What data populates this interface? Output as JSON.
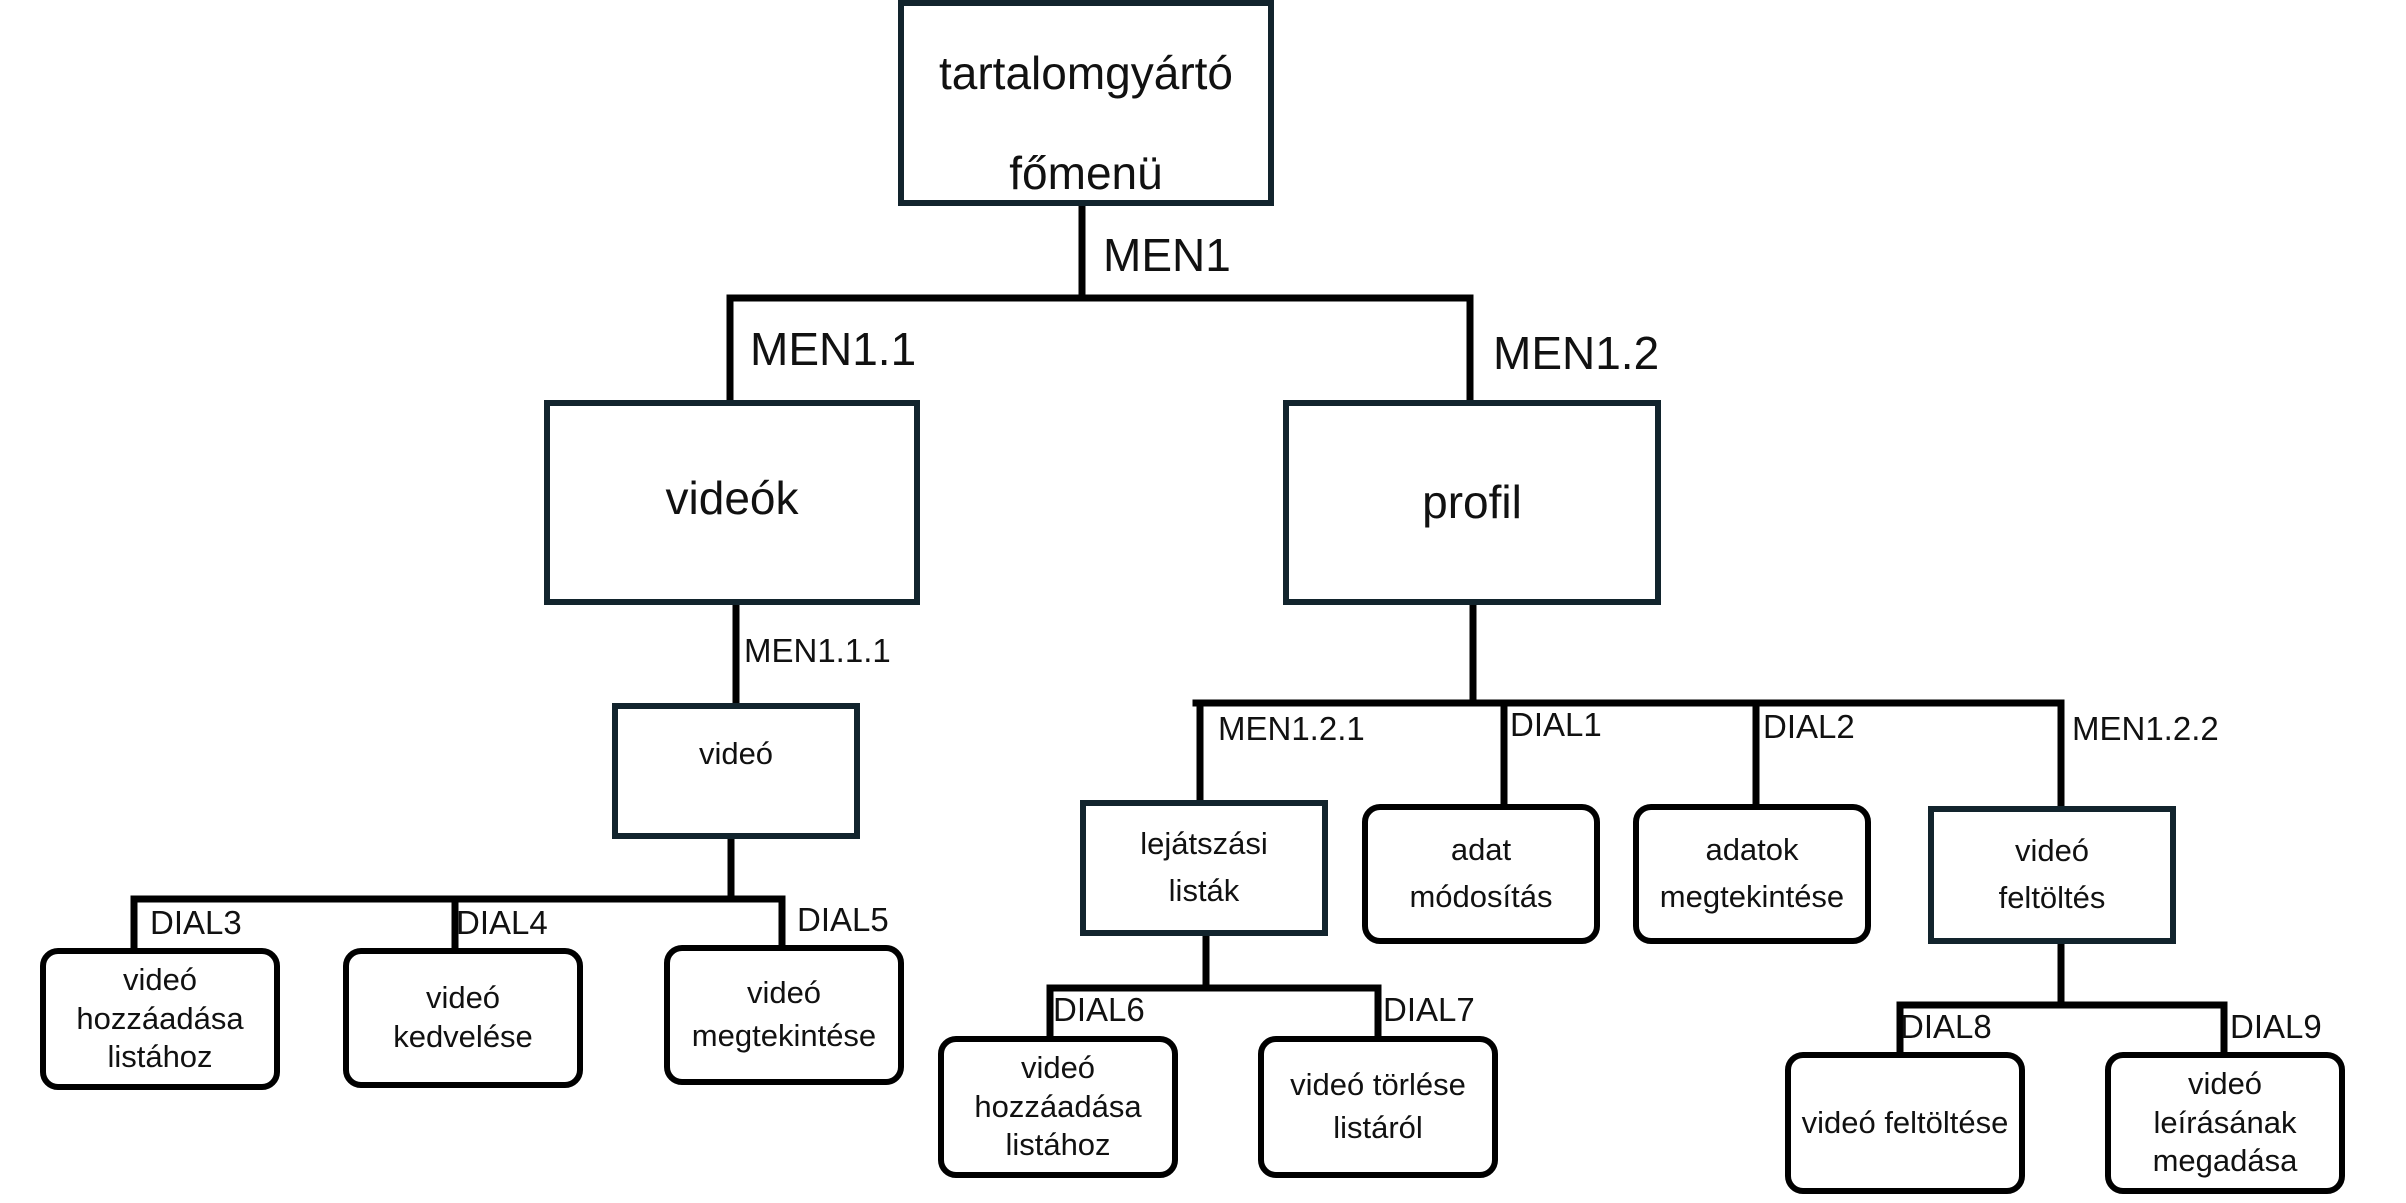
{
  "root": {
    "line1": "tartalomgyártó",
    "line2": "főmenü"
  },
  "menus": {
    "videok": "videók",
    "profil": "profil",
    "video": "videó",
    "lejatszasi": [
      "lejátszási",
      "listák"
    ],
    "video_feltoltes": [
      "videó",
      "feltöltés"
    ]
  },
  "dialogs": {
    "adat_modositas": [
      "adat",
      "módosítás"
    ],
    "adatok_megtekintese": [
      "adatok",
      "megtekintése"
    ],
    "d3": [
      "videó",
      "hozzáadása",
      "listához"
    ],
    "d4": [
      "videó",
      "kedvelése"
    ],
    "d5": [
      "videó",
      "megtekintése"
    ],
    "d6": [
      "videó",
      "hozzáadása",
      "listához"
    ],
    "d7": [
      "videó törlése",
      "listáról"
    ],
    "d8": [
      "videó feltöltése"
    ],
    "d9": [
      "videó",
      "leírásának",
      "megadása"
    ]
  },
  "labels": {
    "men1": "MEN1",
    "men1_1": "MEN1.1",
    "men1_2": "MEN1.2",
    "men1_1_1": "MEN1.1.1",
    "men1_2_1": "MEN1.2.1",
    "men1_2_2": "MEN1.2.2",
    "dial1": "DIAL1",
    "dial2": "DIAL2",
    "dial3": "DIAL3",
    "dial4": "DIAL4",
    "dial5": "DIAL5",
    "dial6": "DIAL6",
    "dial7": "DIAL7",
    "dial8": "DIAL8",
    "dial9": "DIAL9"
  }
}
